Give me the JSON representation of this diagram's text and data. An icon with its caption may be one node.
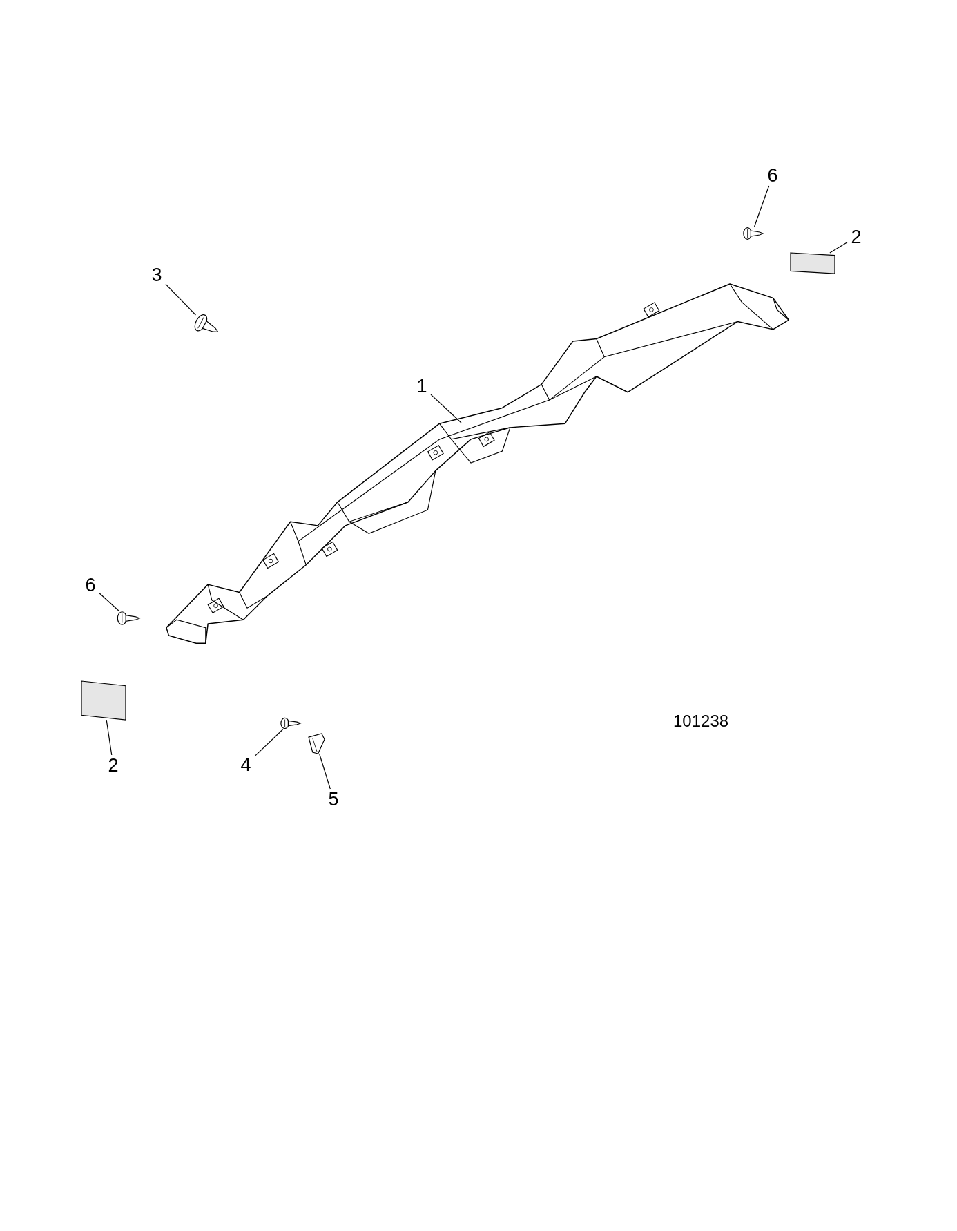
{
  "diagram": {
    "nodes": [
      {
        "text": [
          "1"
        ]
      },
      {
        "text": [],
        "shape": "picture"
      },
      {
        "text": [
          "6"
        ]
      },
      {
        "text": [],
        "shape": "picture"
      },
      {
        "text": [
          "2"
        ]
      },
      {
        "text": [],
        "shape": "box"
      },
      {
        "text": [
          "3"
        ]
      },
      {
        "text": [],
        "shape": "picture"
      },
      {
        "text": [
          "6"
        ]
      },
      {
        "text": [],
        "shape": "picture"
      },
      {
        "text": [
          "2"
        ]
      },
      {
        "text": [],
        "shape": "box"
      },
      {
        "text": [
          "4"
        ]
      },
      {
        "text": [],
        "shape": "picture"
      },
      {
        "text": [
          "5"
        ]
      },
      {
        "text": [],
        "shape": "picture"
      }
    ],
    "edges": [
      {
        "from": 0,
        "to": 1,
        "arrow": "none"
      },
      {
        "from": 2,
        "to": 3,
        "arrow": "none"
      },
      {
        "from": 4,
        "to": 5,
        "arrow": "none"
      },
      {
        "from": 6,
        "to": 7,
        "arrow": "none"
      },
      {
        "from": 8,
        "to": 9,
        "arrow": "none"
      },
      {
        "from": 10,
        "to": 11,
        "arrow": "none"
      },
      {
        "from": 12,
        "to": 13,
        "arrow": "none"
      },
      {
        "from": 14,
        "to": 15,
        "arrow": "none"
      }
    ],
    "labels": [
      "101238"
    ]
  }
}
